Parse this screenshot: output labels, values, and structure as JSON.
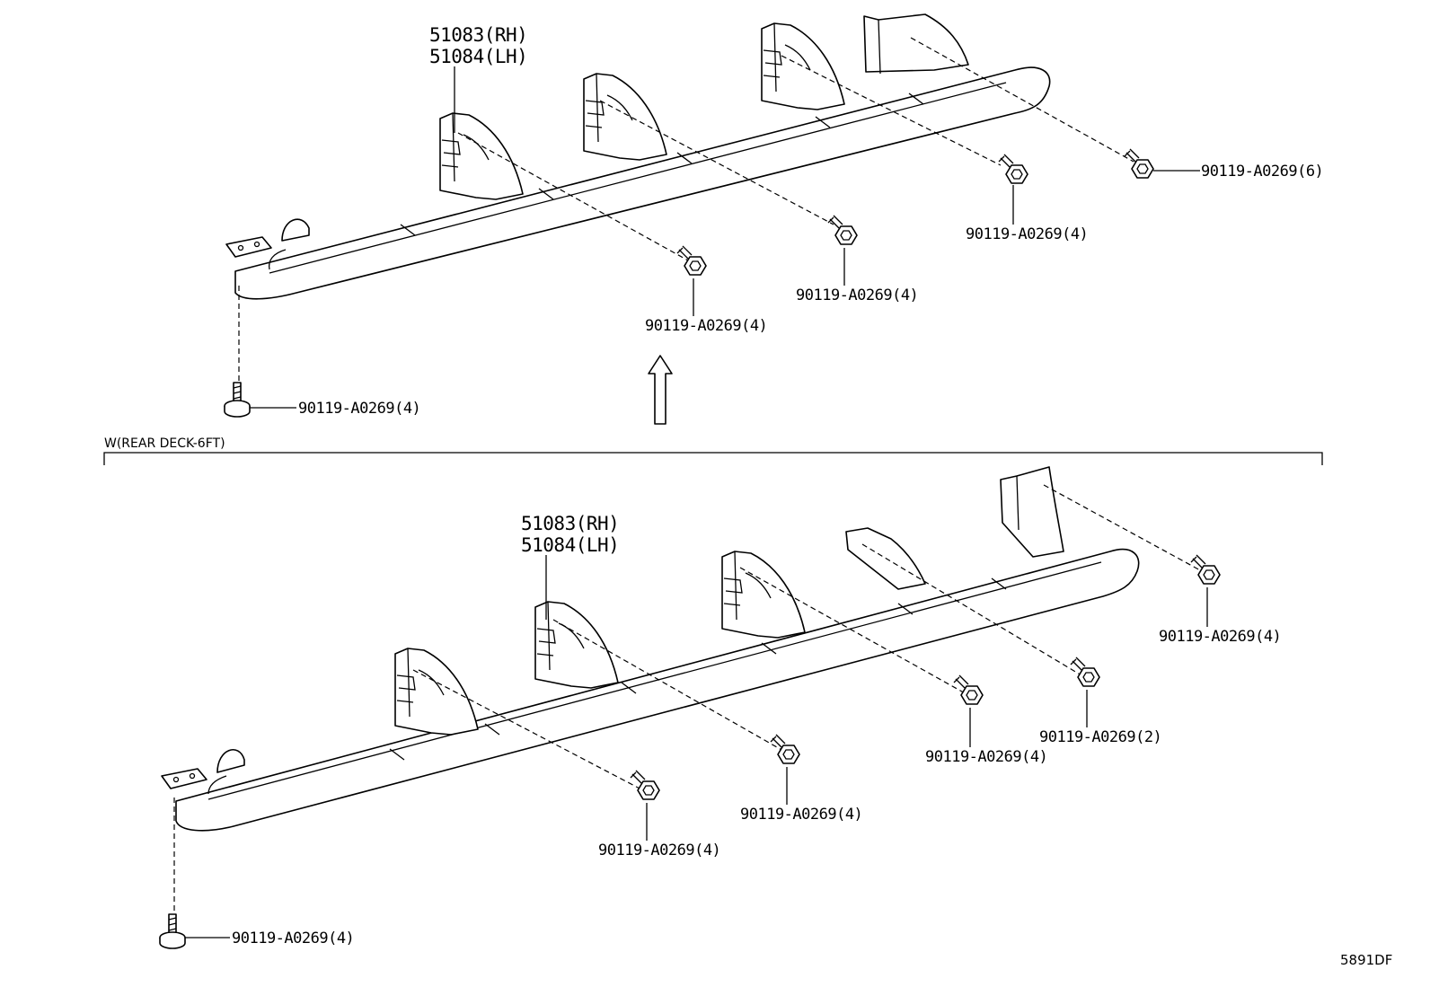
{
  "section_label": "W(REAR DECK-6FT)",
  "diagram_code": "5891DF",
  "top": {
    "step_label_rh": "51083(RH)",
    "step_label_lh": "51084(LH)",
    "bolts": [
      {
        "label": "90119-A0269(6)"
      },
      {
        "label": "90119-A0269(4)"
      },
      {
        "label": "90119-A0269(4)"
      },
      {
        "label": "90119-A0269(4)"
      },
      {
        "label": "90119-A0269(4)"
      }
    ]
  },
  "bottom": {
    "step_label_rh": "51083(RH)",
    "step_label_lh": "51084(LH)",
    "bolts": [
      {
        "label": "90119-A0269(4)"
      },
      {
        "label": "90119-A0269(2)"
      },
      {
        "label": "90119-A0269(4)"
      },
      {
        "label": "90119-A0269(4)"
      },
      {
        "label": "90119-A0269(4)"
      },
      {
        "label": "90119-A0269(4)"
      }
    ]
  }
}
